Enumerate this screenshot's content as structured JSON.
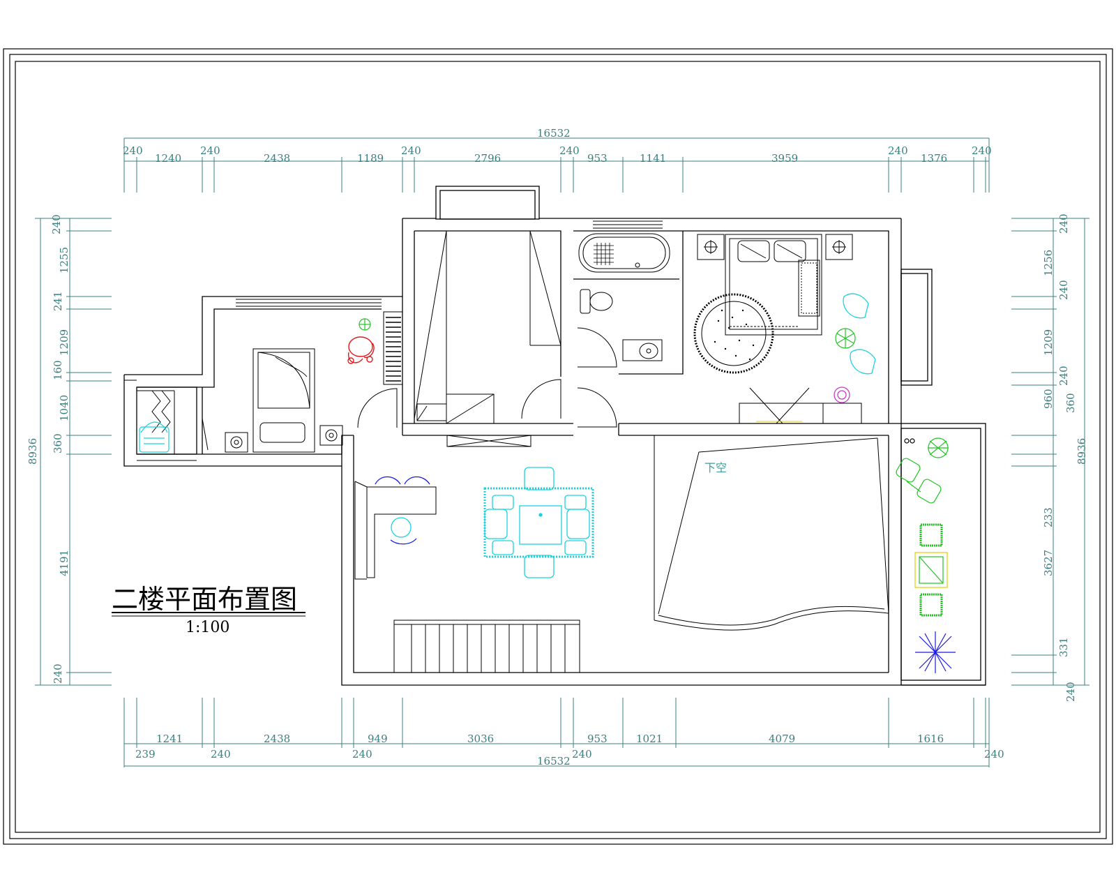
{
  "drawing": {
    "title": "二楼平面布置图",
    "scale": "1:100",
    "void_label": "下空"
  },
  "dimensions": {
    "top_total": "16532",
    "top_segments": [
      "240",
      "1240",
      "240",
      "2438",
      "1189",
      "240",
      "2796",
      "240",
      "953",
      "1141",
      "3959",
      "240",
      "1376",
      "240"
    ],
    "bottom_total": "16532",
    "bottom_upper": [
      "1241",
      "2438",
      "949",
      "3036",
      "953",
      "1021",
      "4079",
      "1616"
    ],
    "bottom_lower": [
      "239",
      "240",
      "240",
      "240",
      "240"
    ],
    "left_total": "8936",
    "left_segments": [
      "240",
      "1255",
      "241",
      "1209",
      "160",
      "1040",
      "360",
      "4191",
      "240"
    ],
    "right_total": "8936",
    "right_segments": [
      "240",
      "1256",
      "240",
      "1209",
      "240",
      "960",
      "360",
      "233",
      "3627",
      "331",
      "240"
    ]
  },
  "colors": {
    "wall": "#000000",
    "dimension": "#3a7f82",
    "cyan_furniture": "#19d3e0",
    "green_plant": "#22c422",
    "red_chair": "#e01919",
    "blue_plant": "#1a1ae0",
    "magenta_stool": "#c83cc8",
    "yellow_frame": "#e0d000"
  }
}
